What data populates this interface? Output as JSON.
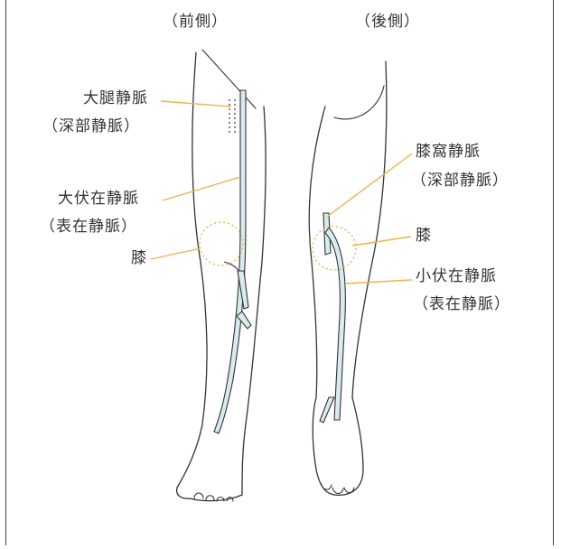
{
  "headings": {
    "front": "（前側）",
    "back": "（後側）"
  },
  "labels": {
    "femoral_vein": "大腿静脈",
    "deep_vein_1": "（深部静脈）",
    "great_saphenous": "大伏在静脈",
    "superficial_1": "（表在静脈）",
    "knee_front": "膝",
    "popliteal_vein": "膝窩静脈",
    "deep_vein_2": "（深部静脈）",
    "knee_back": "膝",
    "small_saphenous": "小伏在静脈",
    "superficial_2": "（表在静脈）"
  },
  "colors": {
    "vein_fill": "#d6ecef",
    "outline": "#333333",
    "leader_line": "#f0b24a",
    "knee_circle": "#f0b24a"
  }
}
